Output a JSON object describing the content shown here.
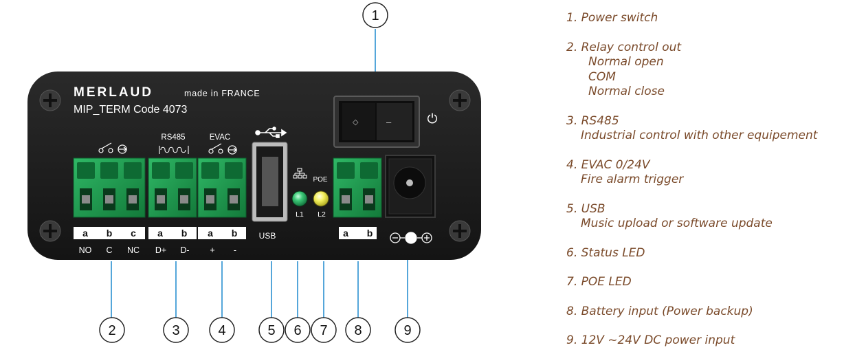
{
  "panel": {
    "brand": "MERLAUD",
    "made_in": "made in FRANCE",
    "model": "MIP_TERM  Code 4073",
    "rs485_label": "RS485",
    "evac_label": "EVAC",
    "poe_label": "POE",
    "usb_label": "USB",
    "led1_label": "L1",
    "led2_label": "L2",
    "power_symbol": "⏻",
    "switch_off_mark": "◇",
    "switch_on_mark": "–",
    "terminals": {
      "relay": {
        "letters": [
          "a",
          "b",
          "c"
        ],
        "pins": [
          "NO",
          "C",
          "NC"
        ]
      },
      "rs485": {
        "letters": [
          "a",
          "b"
        ],
        "pins": [
          "D+",
          "D-"
        ]
      },
      "evac": {
        "letters": [
          "a",
          "b"
        ],
        "pins": [
          "+",
          "-"
        ]
      },
      "battery": {
        "letters": [
          "a",
          "b"
        ]
      }
    },
    "callouts": [
      "1",
      "2",
      "3",
      "4",
      "5",
      "6",
      "7",
      "8",
      "9"
    ]
  },
  "legend": [
    {
      "title": "1. Power switch",
      "lines": []
    },
    {
      "title": "2. Relay control out",
      "lines": [
        "Normal open",
        "COM",
        "Normal close"
      ],
      "indent": "deep"
    },
    {
      "title": "3. RS485",
      "lines": [
        "Industrial control with other equipement"
      ],
      "indent": "shallow"
    },
    {
      "title": "4. EVAC 0/24V",
      "lines": [
        "Fire alarm trigger"
      ],
      "indent": "shallow"
    },
    {
      "title": "5. USB",
      "lines": [
        "Music upload or software update"
      ],
      "indent": "shallow"
    },
    {
      "title": "6. Status LED",
      "lines": []
    },
    {
      "title": "7. POE LED",
      "lines": []
    },
    {
      "title": "8. Battery input (Power backup)",
      "lines": []
    },
    {
      "title": "9. 12V ~24V DC power input",
      "lines": []
    }
  ],
  "colors": {
    "panel": "#1c1c1c",
    "terminal_green": "#1f9a4d",
    "led_green": "#3cc877",
    "led_yellow": "#f2ee5a",
    "callout_line": "#2a8fd0",
    "legend_text": "#7a4a2a"
  }
}
